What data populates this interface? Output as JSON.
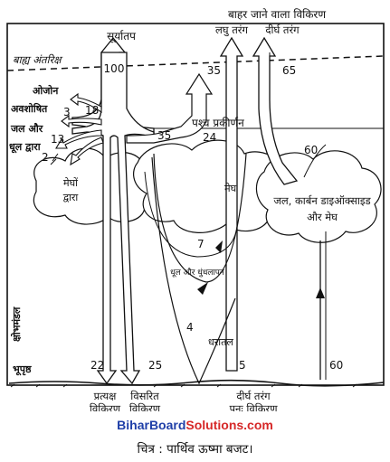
{
  "labels": {
    "outgoing_radiation": "बाहर जाने वाला विकिरण",
    "short_wave": "लघु तरंग",
    "long_wave": "दीर्घ तरंग",
    "insolation": "सूर्यातप",
    "outer_space": "बाह्य अंतरिक्ष",
    "ozone": "ओजोन",
    "absorbed": "अवशोषित",
    "water_and": "जल और",
    "dust_by": "धूल द्वारा",
    "by_clouds": "मेघों द्वारा",
    "backscatter": "पश्च प्रकीर्णन",
    "clouds": "मेघ",
    "water_co2_clouds_1": "जल, कार्बन डाइऑक्साइड",
    "water_co2_clouds_2": "और मेघ",
    "dust_and_mist": "धूल और धुंधलापन",
    "ground_surface": "धरातल",
    "troposphere": "क्षोभमंडल",
    "earth_surface": "भूपृष्ठ",
    "direct_radiation_1": "प्रत्यक्ष",
    "direct_radiation_2": "विकिरण",
    "diffuse_radiation_1": "विसरित",
    "diffuse_radiation_2": "विकिरण",
    "longwave_reradiation_1": "दीर्घ तरंग",
    "longwave_reradiation_2": "पुनः विकिरण"
  },
  "values": {
    "insolation": "100",
    "outgoing_short": "35",
    "outgoing_long": "65",
    "ozone_abs": "18",
    "absorbed": "3",
    "water_dust": "13",
    "clouds_abs": "2",
    "backscatter_left": "35",
    "backscatter_right": "24",
    "atmos_longwave": "60",
    "dust_mist": "7",
    "ground_reflect": "4",
    "direct": "22",
    "diffuse": "25",
    "longwave_return": "5",
    "surface_up": "60"
  },
  "watermark": {
    "part1": "BiharBoard",
    "part2": "Solutions.com"
  },
  "caption": "चित्र : पार्थिव ऊष्मा बजट।"
}
